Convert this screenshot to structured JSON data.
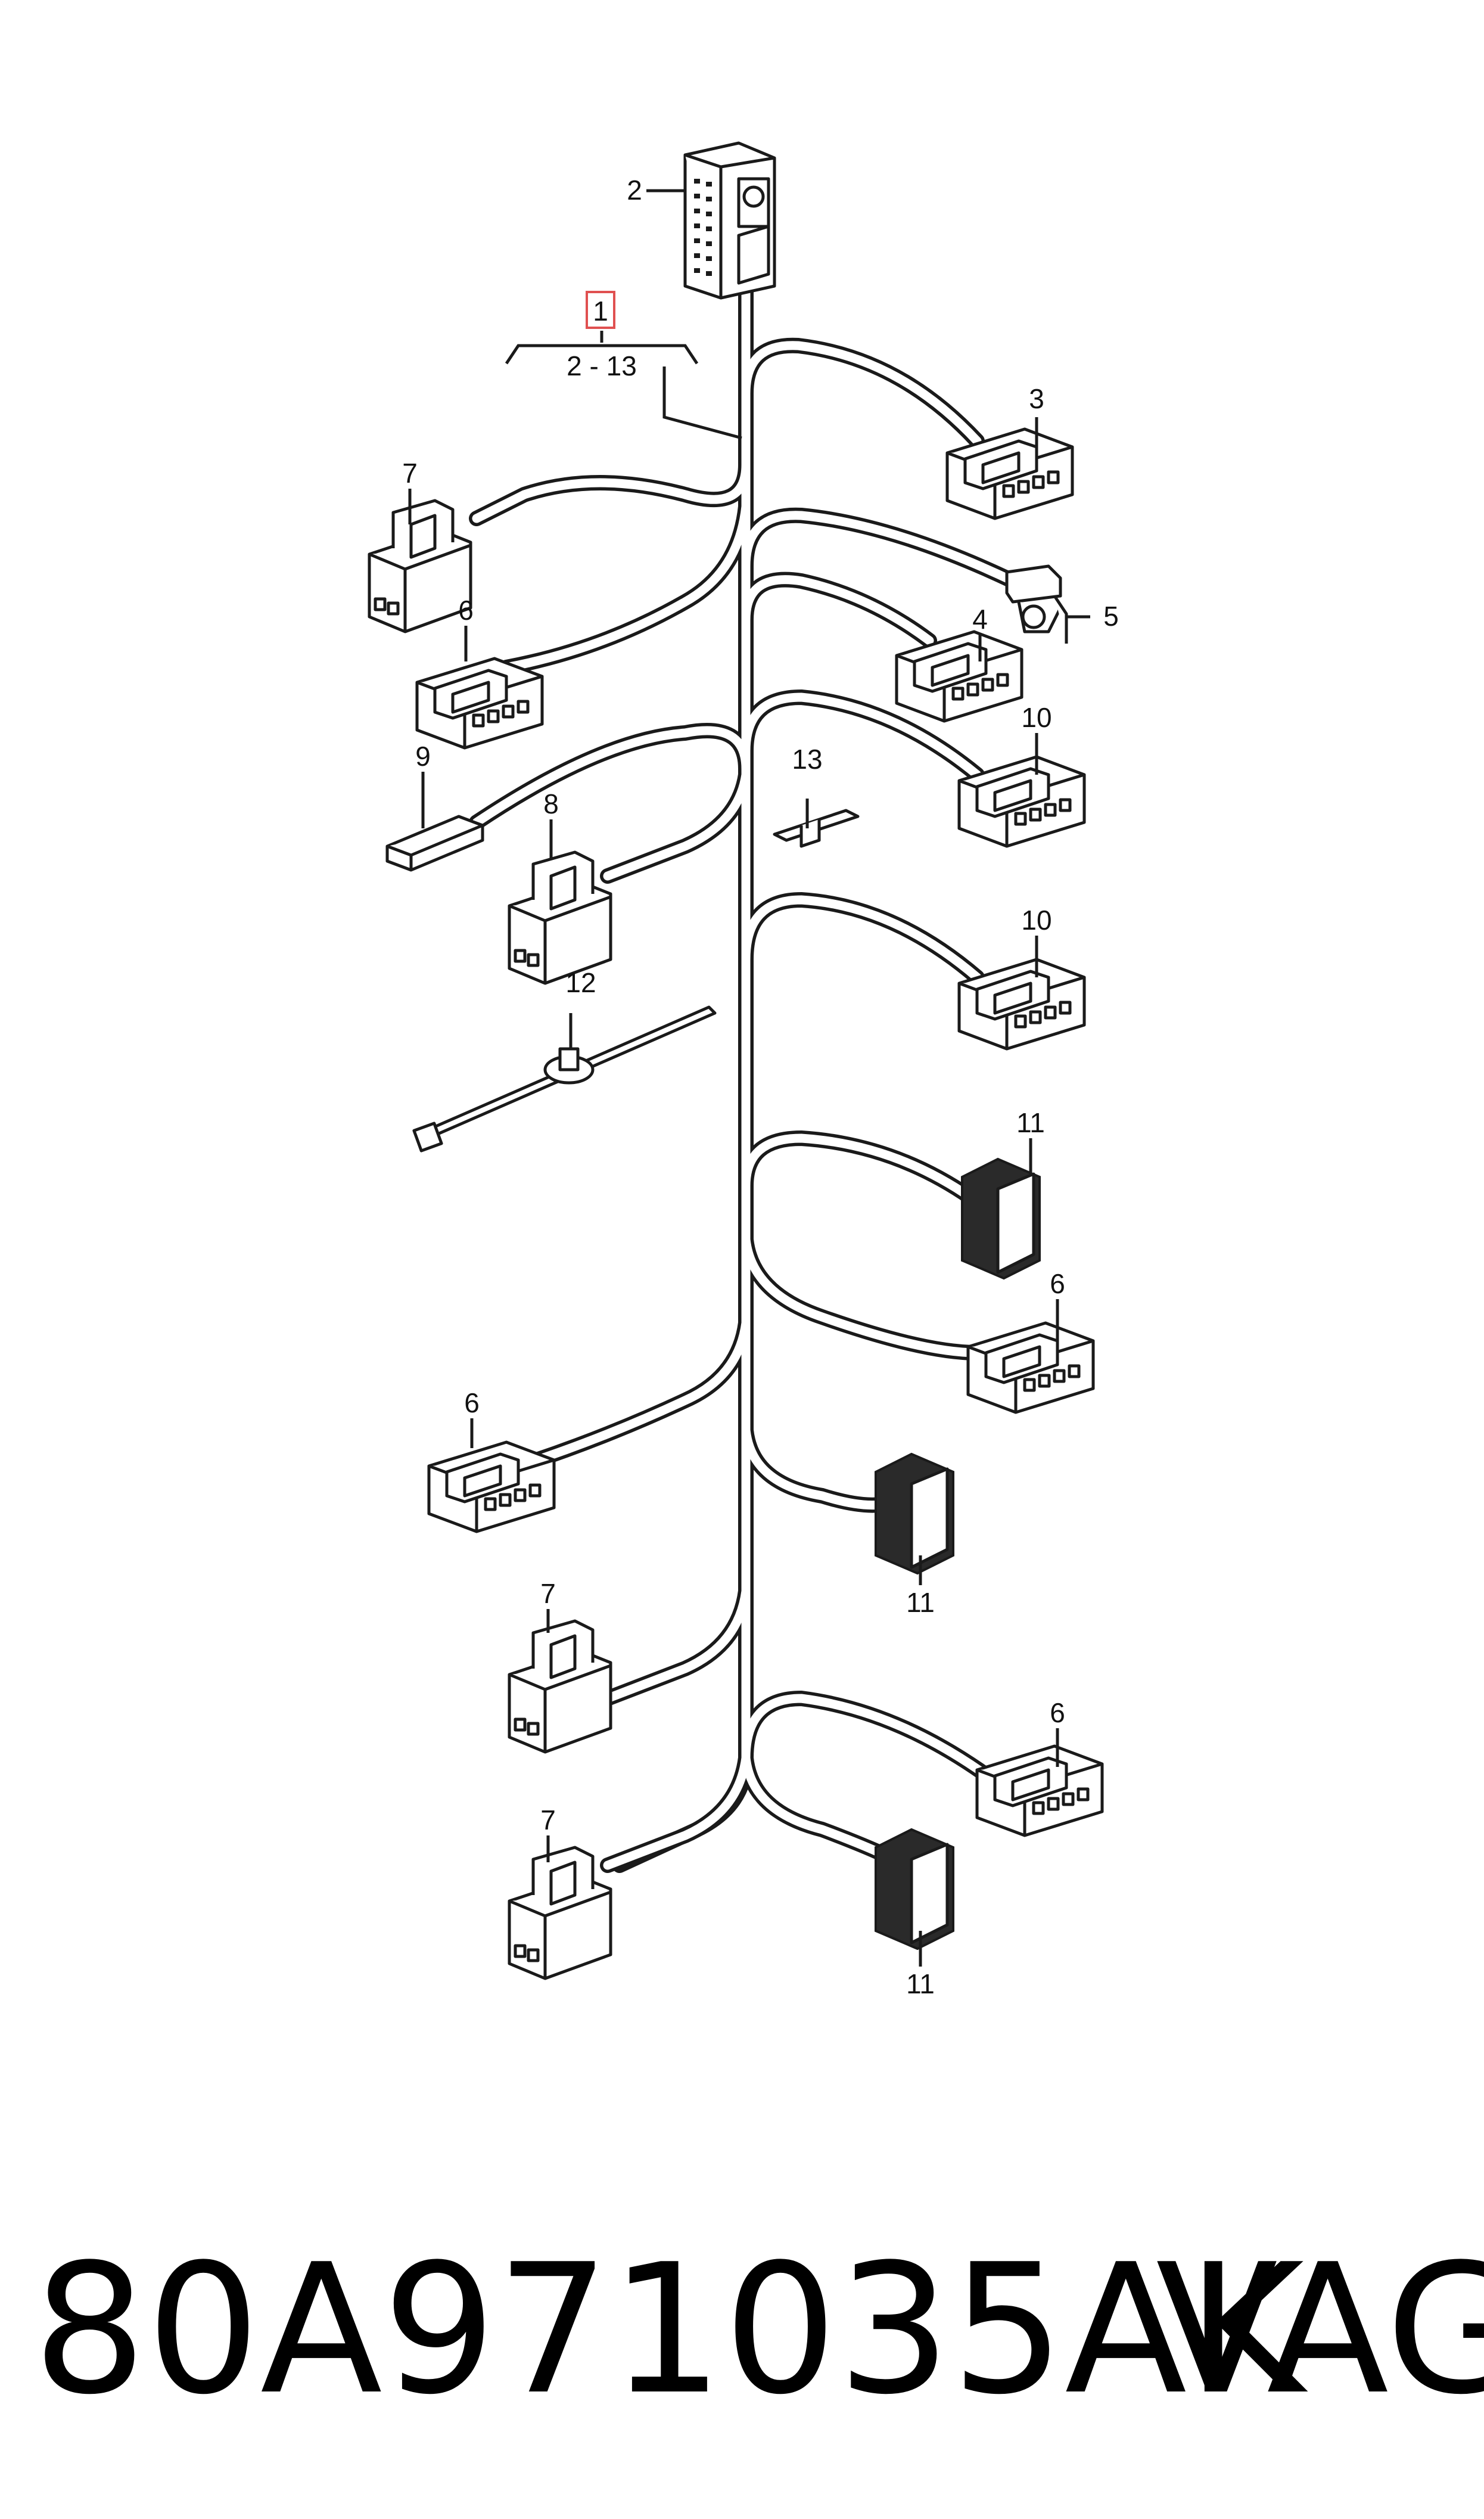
{
  "diagram": {
    "main_callout": "1",
    "range_label": "2 - 13",
    "callouts": [
      "2",
      "3",
      "4",
      "5",
      "6",
      "7",
      "8",
      "9",
      "10",
      "11",
      "12",
      "13"
    ],
    "highlight_color": "#e05050"
  },
  "footer": {
    "part_number": "80A971035AK",
    "brand": "VAG"
  }
}
